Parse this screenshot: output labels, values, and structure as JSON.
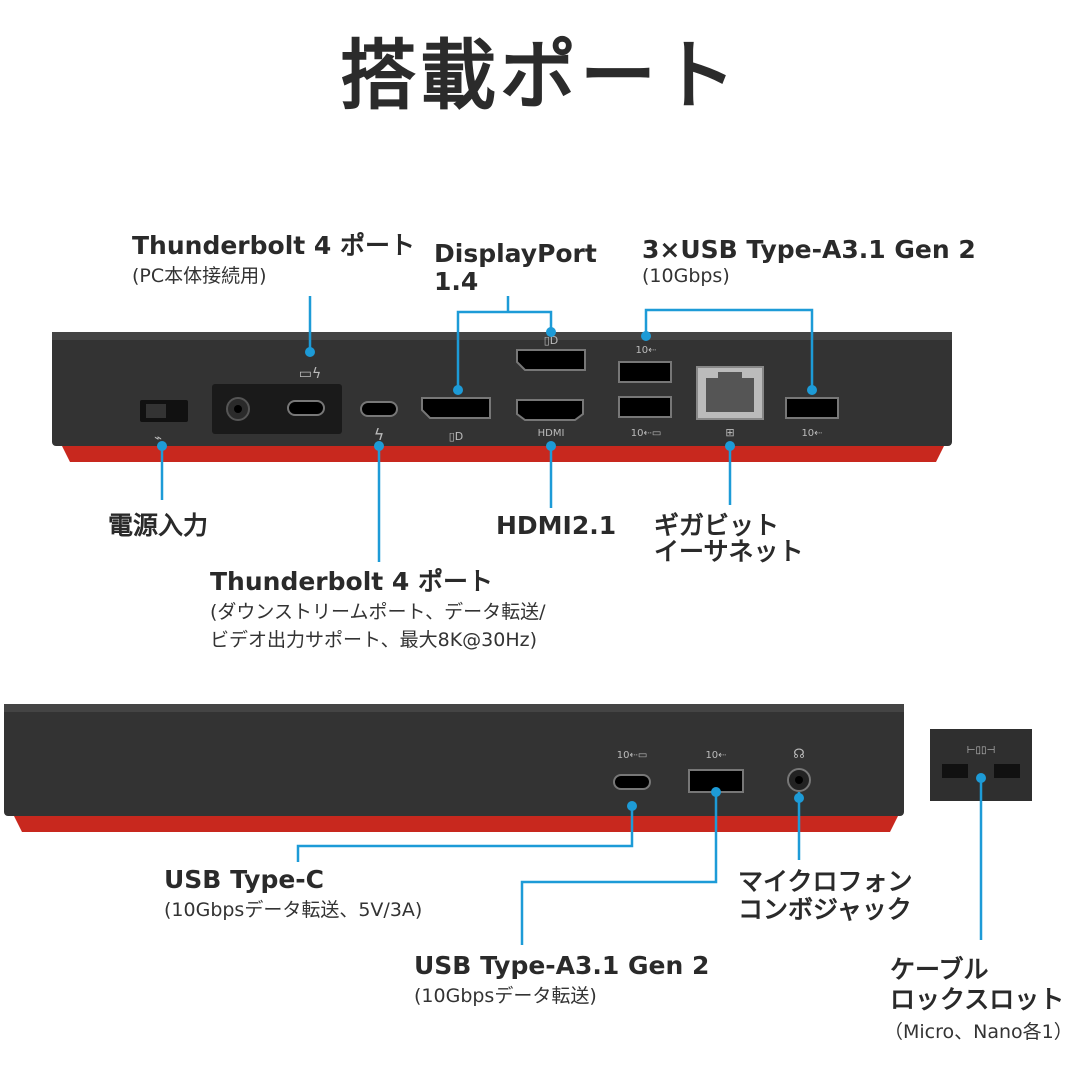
{
  "title": "搭載ポート",
  "rear": {
    "tb4_host": {
      "label": "Thunderbolt 4 ポート",
      "sub": "(PC本体接続用)"
    },
    "displayport": {
      "label_line1": "DisplayPort",
      "label_line2": "1.4"
    },
    "usb_a_rear": {
      "label": "3×USB Type-A3.1 Gen 2",
      "sub": "(10Gbps)"
    },
    "power": {
      "label": "電源入力"
    },
    "hdmi": {
      "label": "HDMI2.1",
      "port_text": "HDMI"
    },
    "ethernet": {
      "label_line1": "ギガビット",
      "label_line2": "イーサネット"
    },
    "tb4_down": {
      "label": "Thunderbolt 4 ポート",
      "sub_line1": "(ダウンストリームポート、データ転送/",
      "sub_line2": "ビデオ出力サポート、最大8K@30Hz)"
    }
  },
  "front": {
    "usb_c": {
      "label": "USB Type-C",
      "sub": "(10Gbpsデータ転送、5V/3A)"
    },
    "usb_a": {
      "label": "USB Type-A3.1 Gen 2",
      "sub": "(10Gbpsデータ転送)"
    },
    "mic": {
      "label_line1": "マイクロフォン",
      "label_line2": "コンボジャック"
    },
    "lock": {
      "label_line1": "ケーブル",
      "label_line2": "ロックスロット",
      "sub": "（Micro、Nano各1）"
    }
  },
  "colors": {
    "callout": "#1d9bd7",
    "dock_body": "#2f2f2f",
    "dock_accent": "#c8281e",
    "port_dark": "#111111"
  }
}
